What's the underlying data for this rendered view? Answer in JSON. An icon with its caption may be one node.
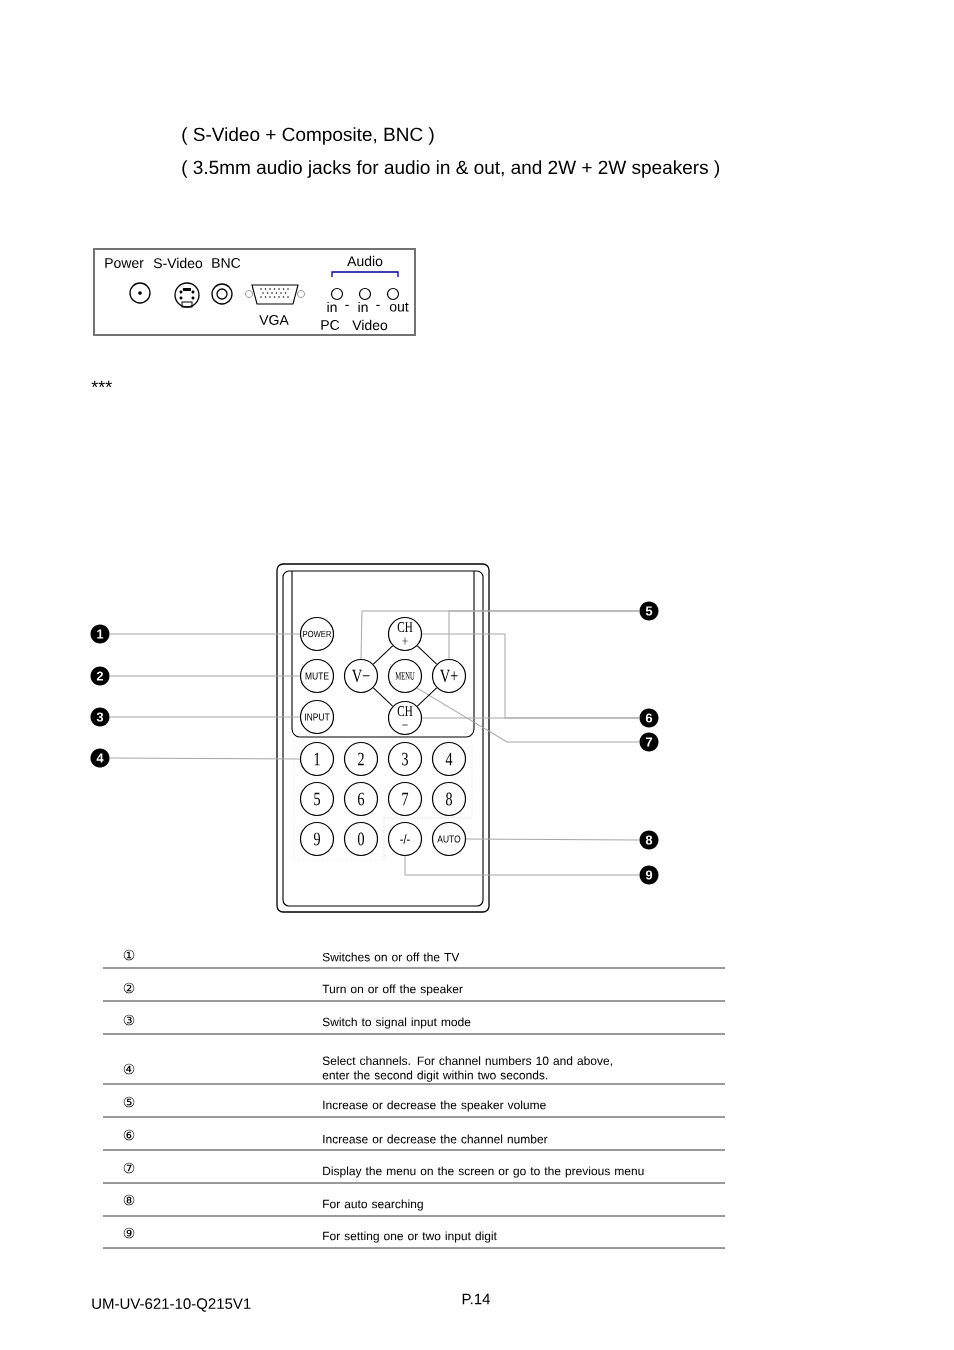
{
  "diagram": {
    "nodes": [
      {
        "text": [
          "1"
        ]
      },
      {
        "text": [
          "2"
        ]
      },
      {
        "text": [
          "3"
        ]
      },
      {
        "text": [
          "4"
        ]
      },
      {
        "text": [
          "5"
        ]
      },
      {
        "text": [
          "6"
        ]
      },
      {
        "text": [
          "7"
        ]
      },
      {
        "text": [
          "8"
        ]
      },
      {
        "text": [
          "9"
        ]
      },
      {
        "text": [
          "POWER"
        ]
      },
      {
        "text": [
          "MUTE"
        ]
      },
      {
        "text": [
          "INPUT"
        ]
      },
      {
        "text": [
          "CH",
          "+"
        ]
      },
      {
        "text": [
          "V−"
        ]
      },
      {
        "text": [
          "MENU"
        ]
      },
      {
        "text": [
          "V+"
        ]
      },
      {
        "text": [
          "CH",
          "−"
        ]
      },
      {
        "text": [
          "1"
        ]
      },
      {
        "text": [
          "2"
        ]
      },
      {
        "text": [
          "3"
        ]
      },
      {
        "text": [
          "4"
        ]
      },
      {
        "text": [
          "5"
        ]
      },
      {
        "text": [
          "6"
        ]
      },
      {
        "text": [
          "7"
        ]
      },
      {
        "text": [
          "8"
        ]
      },
      {
        "text": [
          "9"
        ]
      },
      {
        "text": [
          "0"
        ]
      },
      {
        "text": [
          "-/-"
        ]
      },
      {
        "text": [
          "AUTO"
        ]
      }
    ],
    "edges": [
      {
        "from": 0,
        "to": 9,
        "arrow": "none"
      },
      {
        "from": 1,
        "to": 10,
        "arrow": "none"
      },
      {
        "from": 2,
        "to": 11,
        "arrow": "none"
      },
      {
        "from": 3,
        "to": 17,
        "arrow": "none"
      },
      {
        "from": 4,
        "to": 13,
        "arrow": "none"
      },
      {
        "from": 4,
        "to": 15,
        "arrow": "none"
      },
      {
        "from": 5,
        "to": 12,
        "arrow": "none"
      },
      {
        "from": 5,
        "to": 16,
        "arrow": "none"
      },
      {
        "from": 6,
        "to": 14,
        "arrow": "none"
      },
      {
        "from": 7,
        "to": 28,
        "arrow": "none"
      },
      {
        "from": 8,
        "to": 27,
        "arrow": "none"
      },
      {
        "from": 12,
        "to": 13,
        "arrow": "none",
        "color": "#000000"
      },
      {
        "from": 12,
        "to": 15,
        "arrow": "none",
        "color": "#000000"
      },
      {
        "from": 13,
        "to": 16,
        "arrow": "none",
        "color": "#000000"
      },
      {
        "from": 15,
        "to": 16,
        "arrow": "none",
        "color": "#000000"
      }
    ],
    "labels": [
      "( S-Video + Composite, BNC )",
      "( 3.5mm audio jacks for audio in & out, and 2W + 2W speakers )",
      "Power",
      "S-Video",
      "BNC",
      "Audio",
      "in",
      "-",
      "in",
      "-",
      "out",
      "VGA",
      "PC",
      "Video",
      "***",
      "①",
      "Switches on or off the TV",
      "②",
      "Turn on or off the speaker",
      "③",
      "Switch to signal input mode",
      "④",
      "Select channels. For channel numbers 10 and above, enter the second digit within two seconds.",
      "⑤",
      "Increase or decrease the speaker volume",
      "⑥",
      "Increase or decrease the channel number",
      "⑦",
      "Display the menu on the screen or go to the previous menu",
      "⑧",
      "For auto searching",
      "⑨",
      "For setting one or two input digit",
      "UM-UV-621-10-Q215V1",
      "P.14"
    ]
  }
}
